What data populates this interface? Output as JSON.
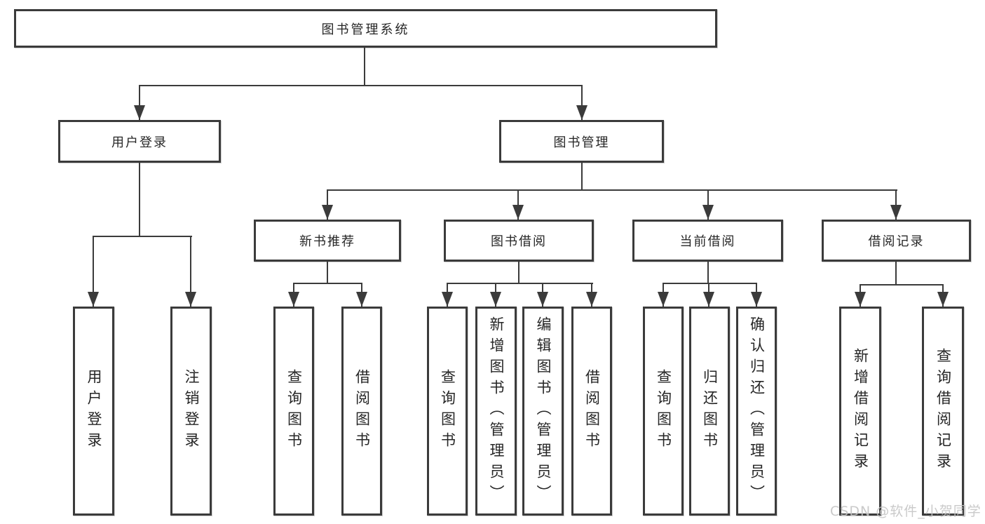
{
  "tree": {
    "root": "图书管理系统",
    "branches": [
      {
        "label": "用户登录",
        "children": [
          {
            "label": "用户登录"
          },
          {
            "label": "注销登录"
          }
        ]
      },
      {
        "label": "图书管理",
        "children": [
          {
            "label": "新书推荐",
            "children": [
              {
                "label": "查询图书"
              },
              {
                "label": "借阅图书"
              }
            ]
          },
          {
            "label": "图书借阅",
            "children": [
              {
                "label": "查询图书"
              },
              {
                "label": "新增图书（管理员）"
              },
              {
                "label": "编辑图书（管理员）"
              },
              {
                "label": "借阅图书"
              }
            ]
          },
          {
            "label": "当前借阅",
            "children": [
              {
                "label": "查询图书"
              },
              {
                "label": "归还图书"
              },
              {
                "label": "确认归还（管理员）"
              }
            ]
          },
          {
            "label": "借阅记录",
            "children": [
              {
                "label": "新增借阅记录"
              },
              {
                "label": "查询借阅记录"
              }
            ]
          }
        ]
      }
    ]
  },
  "watermark": {
    "text": "CSDN @软件_小贺同学"
  },
  "colors": {
    "line": "#3b3b3b",
    "box_border": "#3b3b3b",
    "text": "#262626",
    "watermark": "#c4c4c4",
    "background": "#ffffff"
  }
}
